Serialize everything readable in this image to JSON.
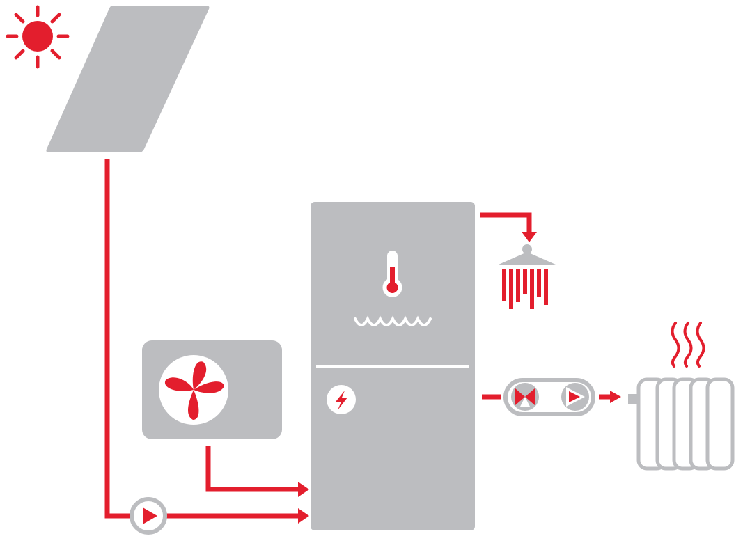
{
  "colors": {
    "accent_red": "#e31e2d",
    "equipment_gray": "#bcbdc0",
    "background": "#ffffff"
  },
  "components": [
    {
      "id": "sun",
      "icon": "sun-icon"
    },
    {
      "id": "solar-collector",
      "icon": "solar-panel"
    },
    {
      "id": "heat-pump",
      "icon": "fan-icon"
    },
    {
      "id": "storage-tank",
      "icons": [
        "thermometer-icon",
        "water-waves-icon",
        "electric-heater-icon"
      ]
    },
    {
      "id": "solar-pump",
      "icon": "pump-icon"
    },
    {
      "id": "heating-station",
      "icons": [
        "mixing-valve-icon",
        "pump-icon"
      ]
    },
    {
      "id": "shower",
      "icon": "shower-icon"
    },
    {
      "id": "radiator",
      "icon": "radiator-icon"
    }
  ],
  "flows": [
    {
      "from": "solar-collector",
      "to": "storage-tank",
      "via": "solar-pump"
    },
    {
      "from": "heat-pump",
      "to": "storage-tank"
    },
    {
      "from": "storage-tank",
      "to": "shower"
    },
    {
      "from": "storage-tank",
      "to": "radiator",
      "via": "heating-station"
    }
  ]
}
